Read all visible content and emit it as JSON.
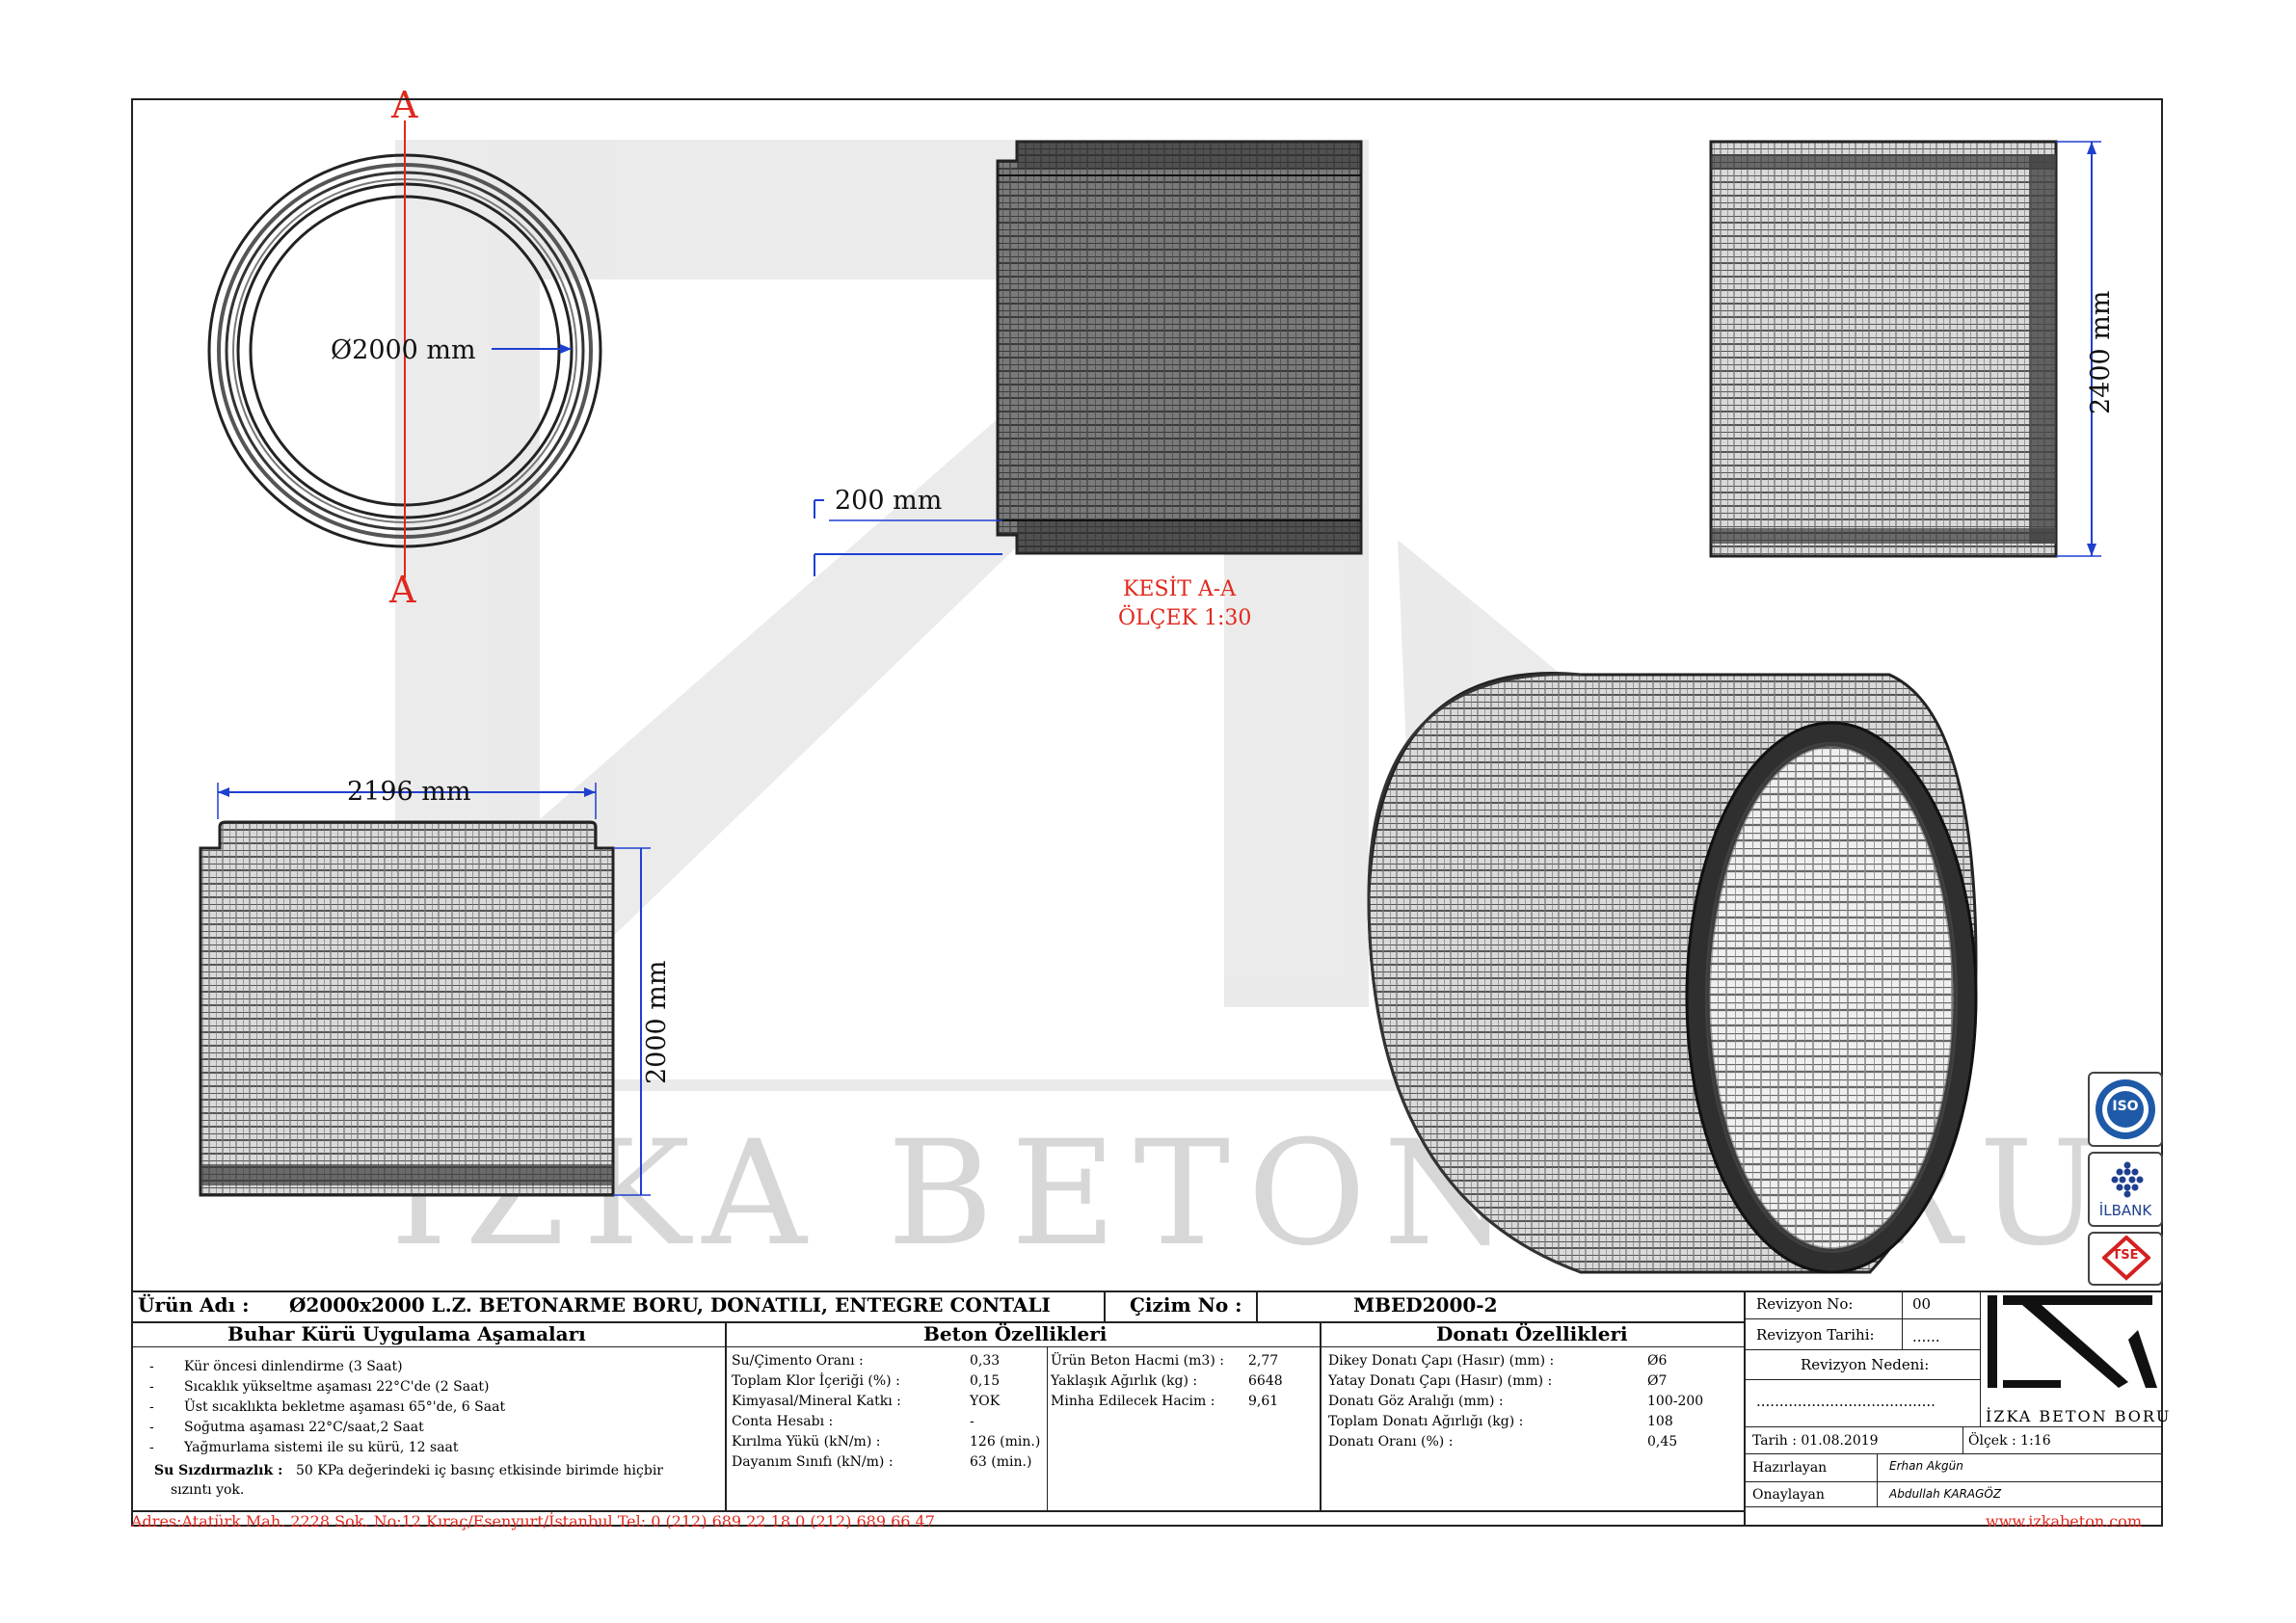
{
  "watermark": "İZKA BETON BORU",
  "views": {
    "top_view": {
      "section_mark_top": "A",
      "section_mark_bottom": "A",
      "diameter_label": "Ø2000 mm"
    },
    "section": {
      "dim_label": "200 mm",
      "title": "KESİT A-A",
      "scale": "ÖLÇEK 1:30"
    },
    "side_view": {
      "dim_label": "2400 mm"
    },
    "front_view": {
      "width_label": "2196 mm",
      "height_label": "2000 mm"
    }
  },
  "title_block": {
    "product_label": "Ürün Adı :",
    "product_name": "Ø2000x2000 L.Z. BETONARME BORU, DONATILI, ENTEGRE CONTALI",
    "drawing_no_label": "Çizim No :",
    "drawing_no": "MBED2000-2",
    "revision_no_label": "Revizyon No:",
    "revision_no": "00",
    "revision_date_label": "Revizyon Tarihi:",
    "revision_date": "......",
    "revision_reason_label": "Revizyon Nedeni:",
    "revision_reason": ".......................................",
    "date": "Tarih : 01.08.2019",
    "scale": "Ölçek : 1:16",
    "prepared_label": "Hazırlayan",
    "prepared_by": "Erhan Akgün",
    "approved_label": "Onaylayan",
    "approved_by": "Abdullah KARAGÖZ",
    "logo_text": "İZKA BETON BORU"
  },
  "curing": {
    "heading": "Buhar Kürü Uygulama Aşamaları",
    "steps": [
      "Kür öncesi dinlendirme (3 Saat)",
      "Sıcaklık yükseltme aşaması 22°C'de (2 Saat)",
      "Üst sıcaklıkta bekletme aşaması 65°'de, 6 Saat",
      "Soğutma aşaması 22°C/saat,2 Saat",
      "Yağmurlama sistemi ile su kürü, 12 saat"
    ],
    "leak_label": "Su Sızdırmazlık :",
    "leak_text_1": "50 KPa değerindeki iç basınç etkisinde birimde hiçbir",
    "leak_text_2": "sızıntı yok."
  },
  "concrete": {
    "heading": "Beton Özellikleri",
    "rows": [
      {
        "label": "Su/Çimento Oranı :",
        "value": "0,33"
      },
      {
        "label": "Toplam Klor İçeriği (%) :",
        "value": "0,15"
      },
      {
        "label": "Kimyasal/Mineral Katkı :",
        "value": "YOK"
      },
      {
        "label": "Conta Hesabı :",
        "value": "-"
      },
      {
        "label": "Kırılma Yükü (kN/m) :",
        "value": "126 (min.)"
      },
      {
        "label": "Dayanım Sınıfı (kN/m) :",
        "value": "63 (min.)"
      }
    ],
    "rows2": [
      {
        "label": "Ürün Beton Hacmi (m3) :",
        "value": "2,77"
      },
      {
        "label": "Yaklaşık Ağırlık (kg) :",
        "value": "6648"
      },
      {
        "label": "Minha Edilecek Hacim :",
        "value": "9,61"
      }
    ]
  },
  "rebar": {
    "heading": "Donatı Özellikleri",
    "rows": [
      {
        "label": "Dikey Donatı Çapı (Hasır) (mm) :",
        "value": "Ø6"
      },
      {
        "label": "Yatay Donatı Çapı (Hasır) (mm) :",
        "value": "Ø7"
      },
      {
        "label": "Donatı Göz Aralığı (mm) :",
        "value": "100-200"
      },
      {
        "label": "Toplam Donatı Ağırlığı (kg) :",
        "value": "108"
      },
      {
        "label": "Donatı Oranı (%) :",
        "value": "0,45"
      }
    ]
  },
  "footer": {
    "address": "Adres:Atatürk Mah. 2228 Sok. No:12 Kıraç/Esenyurt/İstanbul Tel: 0 (212) 689 22 18 0 (212) 689 66 47",
    "website": "www.izkabeton.com"
  },
  "certifications": {
    "iso_text": "ISO",
    "ilbank_text": "İLBANK",
    "tse_text": "TSE"
  },
  "colors": {
    "red": "#e0281e",
    "ink": "#222222",
    "blue": "#1f3fd1",
    "watermark": "#dcdcdc"
  }
}
